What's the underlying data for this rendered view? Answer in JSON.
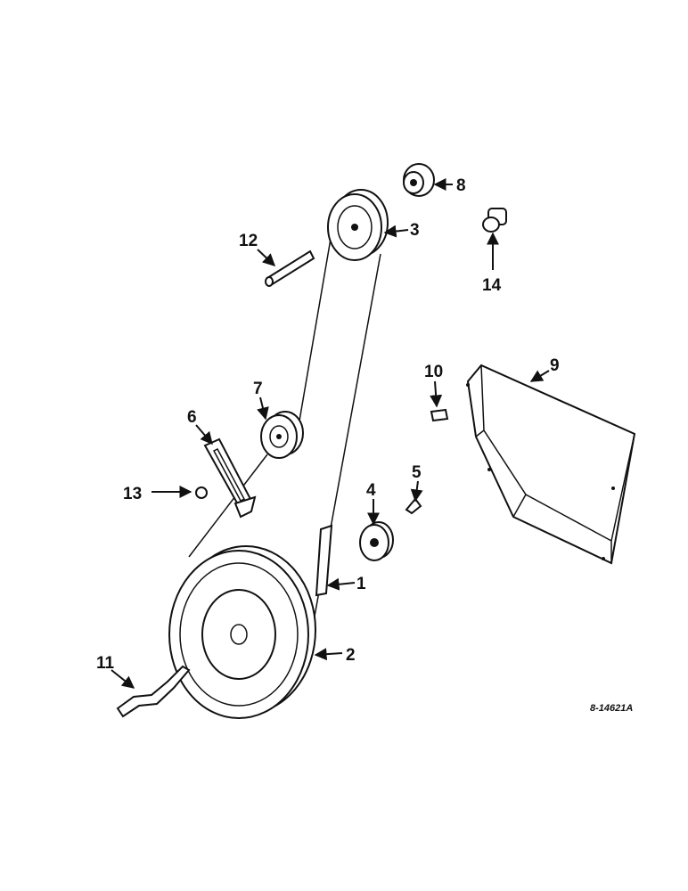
{
  "diagram": {
    "reference_number": "8-14621A",
    "callouts": [
      {
        "id": "1",
        "label": "1"
      },
      {
        "id": "2",
        "label": "2"
      },
      {
        "id": "3",
        "label": "3"
      },
      {
        "id": "4",
        "label": "4"
      },
      {
        "id": "5",
        "label": "5"
      },
      {
        "id": "6",
        "label": "6"
      },
      {
        "id": "7",
        "label": "7"
      },
      {
        "id": "8",
        "label": "8"
      },
      {
        "id": "9",
        "label": "9"
      },
      {
        "id": "10",
        "label": "10"
      },
      {
        "id": "11",
        "label": "11"
      },
      {
        "id": "12",
        "label": "12"
      },
      {
        "id": "13",
        "label": "13"
      },
      {
        "id": "14",
        "label": "14"
      }
    ]
  }
}
